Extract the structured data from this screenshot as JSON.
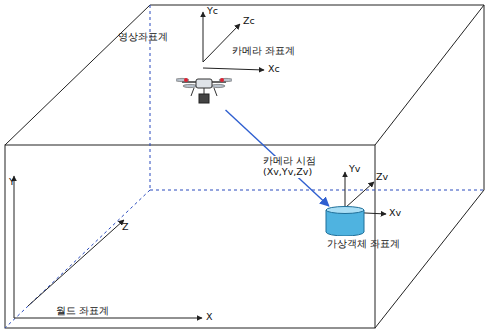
{
  "diagram": {
    "nodes": [
      {
        "text": [
          "영상좌표계"
        ]
      },
      {
        "text": [
          "가상객체 좌표계"
        ]
      }
    ],
    "edges": [
      {
        "from": 0,
        "to": 1,
        "arrow": "to"
      }
    ],
    "labels": [
      "Yc",
      "Zc",
      "Xc",
      "카메라 좌표계",
      "카메라 시점 (Xv,Yv,Zv)",
      "Yv",
      "Zv",
      "Xv",
      "Y",
      "Z",
      "X",
      "월드 좌표계"
    ]
  }
}
